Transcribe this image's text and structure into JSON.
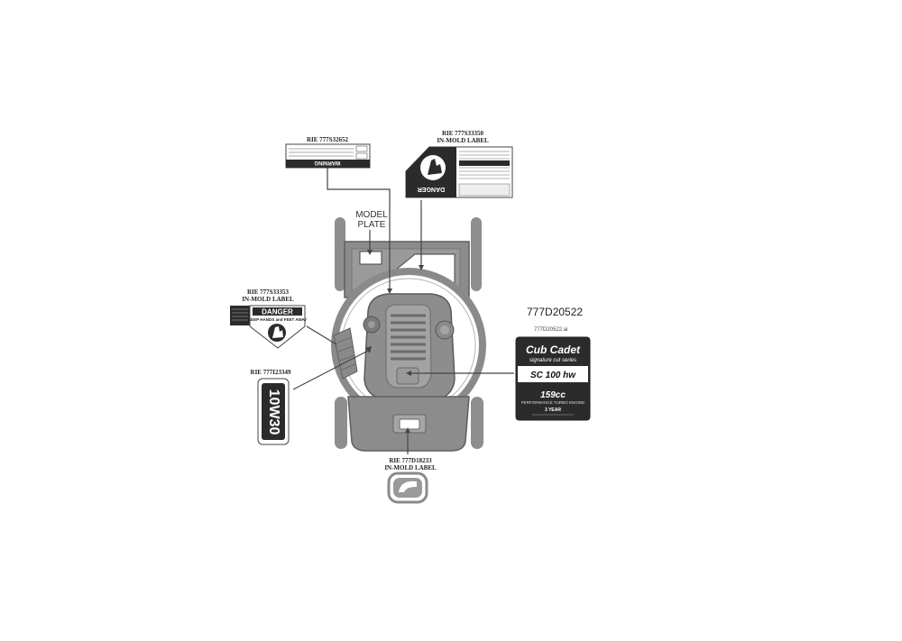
{
  "labels": {
    "warning_top": {
      "part": "RIE 777S32652"
    },
    "danger_top": {
      "part": "RIE 777S33350",
      "type": "IN-MOLD LABEL"
    },
    "danger_left": {
      "part": "RIE 777S33353",
      "type": "IN-MOLD LABEL"
    },
    "oil": {
      "part": "RIE 777I23349"
    },
    "bottom": {
      "part": "RIE 777D18233",
      "type": "IN-MOLD LABEL"
    }
  },
  "model_plate": {
    "line1": "MODEL",
    "line2": "PLATE"
  },
  "decal": {
    "part_number": "777D20522",
    "file_name": "777D20522.ai",
    "brand": "Cub Cadet",
    "series": "signature cut series",
    "model": "SC 100 hw",
    "engine": "159cc",
    "engine_desc": "PERFORMANCE TURBO ENGINE",
    "warranty": "3 YEAR"
  },
  "icons": {
    "warning": "warning-triangle-icon",
    "hand": "hand-hazard-icon",
    "brand": "cub-cadet-logo-icon"
  },
  "warning_texts": {
    "warning": "WARNING",
    "danger": "DANGER",
    "keep": "KEEP HANDS and FEET AWAY"
  },
  "oil_text": "10W30",
  "colors": {
    "body": "#8c8c8c",
    "body_dark": "#6e6e6e",
    "line": "#444444",
    "decal_dark": "#2b2b2b"
  }
}
